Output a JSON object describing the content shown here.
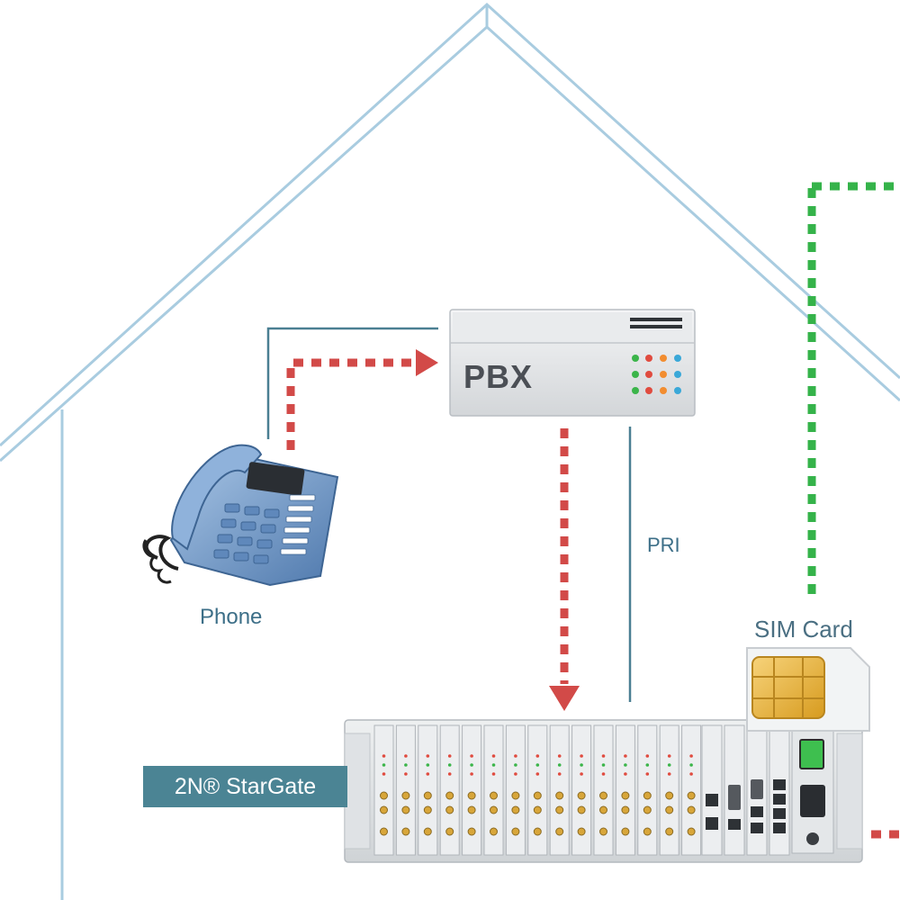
{
  "labels": {
    "phone": "Phone",
    "pbx": "PBX",
    "pri": "PRI",
    "sim_card": "SIM Card",
    "stargate": "2N® StarGate"
  },
  "colors": {
    "house_outline": "#a9cce0",
    "line": "#4a7f92",
    "voice_path": "#d24a48",
    "gsm_path": "#35b34a",
    "label_bg": "#4b8494"
  },
  "icons": [
    "house-outline",
    "desk-phone-icon",
    "pbx-unit-icon",
    "sim-card-icon",
    "gateway-rack-icon",
    "power-switch-icon"
  ]
}
